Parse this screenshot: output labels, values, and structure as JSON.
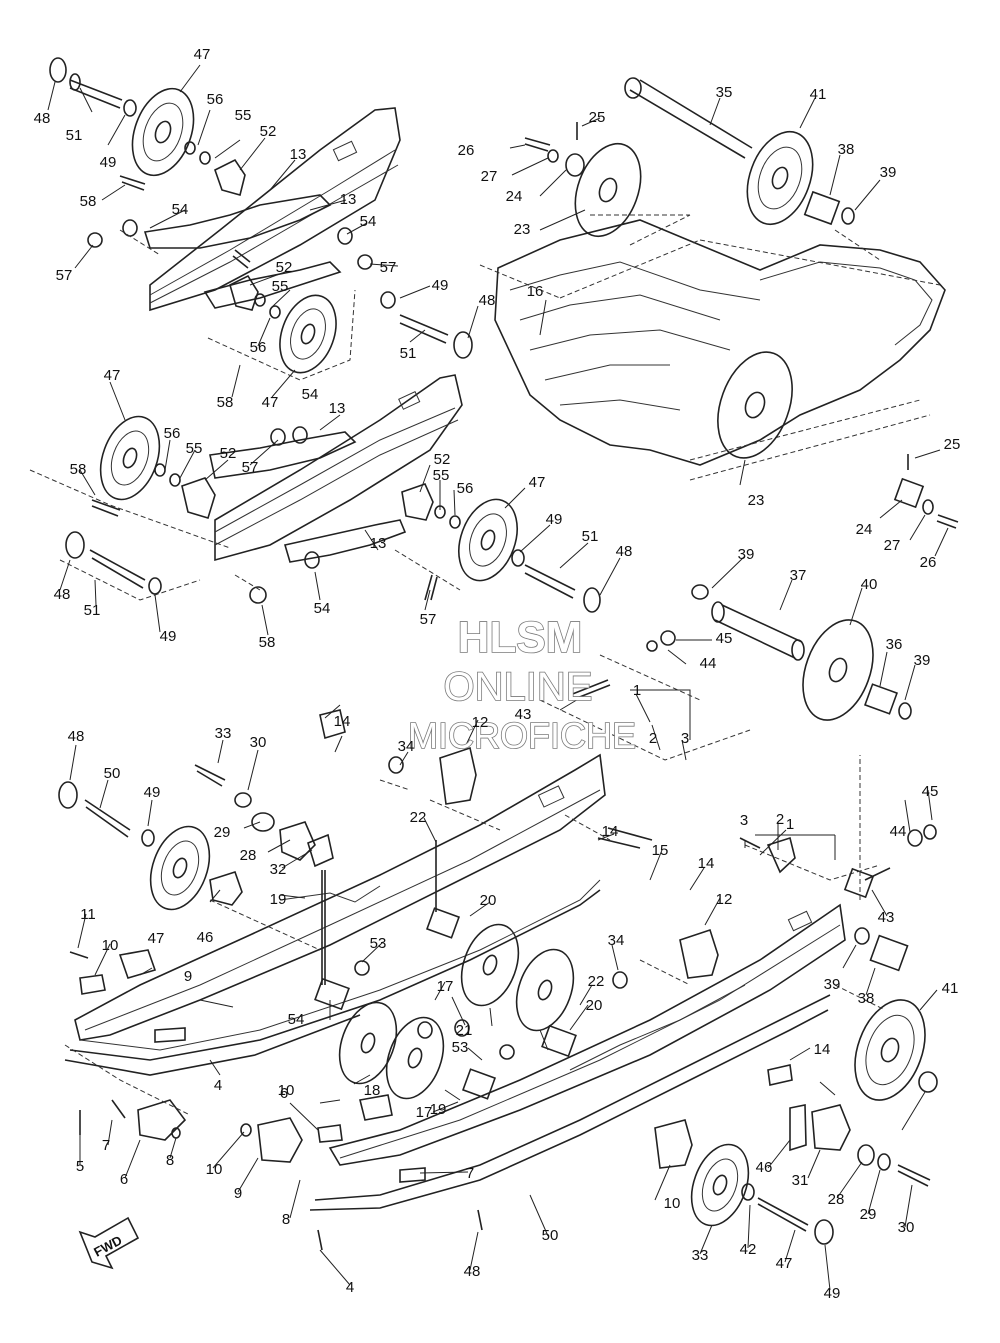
{
  "watermark": {
    "line1": "HLSM",
    "line2": "ONLINE",
    "line3": "MICROFICHE"
  },
  "fwd_label": "FWD",
  "callouts": [
    "47",
    "48",
    "51",
    "49",
    "56",
    "55",
    "52",
    "13",
    "58",
    "54",
    "13",
    "54",
    "57",
    "57",
    "52",
    "55",
    "49",
    "48",
    "56",
    "51",
    "58",
    "47",
    "54",
    "13",
    "47",
    "56",
    "55",
    "52",
    "57",
    "58",
    "52",
    "55",
    "56",
    "47",
    "13",
    "49",
    "51",
    "48",
    "48",
    "51",
    "49",
    "54",
    "58",
    "57",
    "26",
    "25",
    "27",
    "24",
    "23",
    "35",
    "41",
    "38",
    "39",
    "16",
    "23",
    "25",
    "24",
    "27",
    "26",
    "39",
    "37",
    "40",
    "45",
    "44",
    "36",
    "39",
    "43",
    "1",
    "2",
    "3",
    "14",
    "12",
    "34",
    "33",
    "30",
    "48",
    "50",
    "49",
    "29",
    "28",
    "32",
    "22",
    "14",
    "15",
    "14",
    "1",
    "3",
    "2",
    "44",
    "45",
    "47",
    "46",
    "19",
    "20",
    "12",
    "43",
    "11",
    "10",
    "9",
    "53",
    "17",
    "54",
    "21",
    "34",
    "22",
    "20",
    "39",
    "38",
    "41",
    "10",
    "4",
    "18",
    "53",
    "19",
    "17",
    "14",
    "5",
    "7",
    "6",
    "8",
    "10",
    "9",
    "8",
    "6",
    "7",
    "10",
    "46",
    "31",
    "28",
    "29",
    "30",
    "33",
    "42",
    "47",
    "49",
    "50",
    "48",
    "4",
    "11",
    "5"
  ]
}
